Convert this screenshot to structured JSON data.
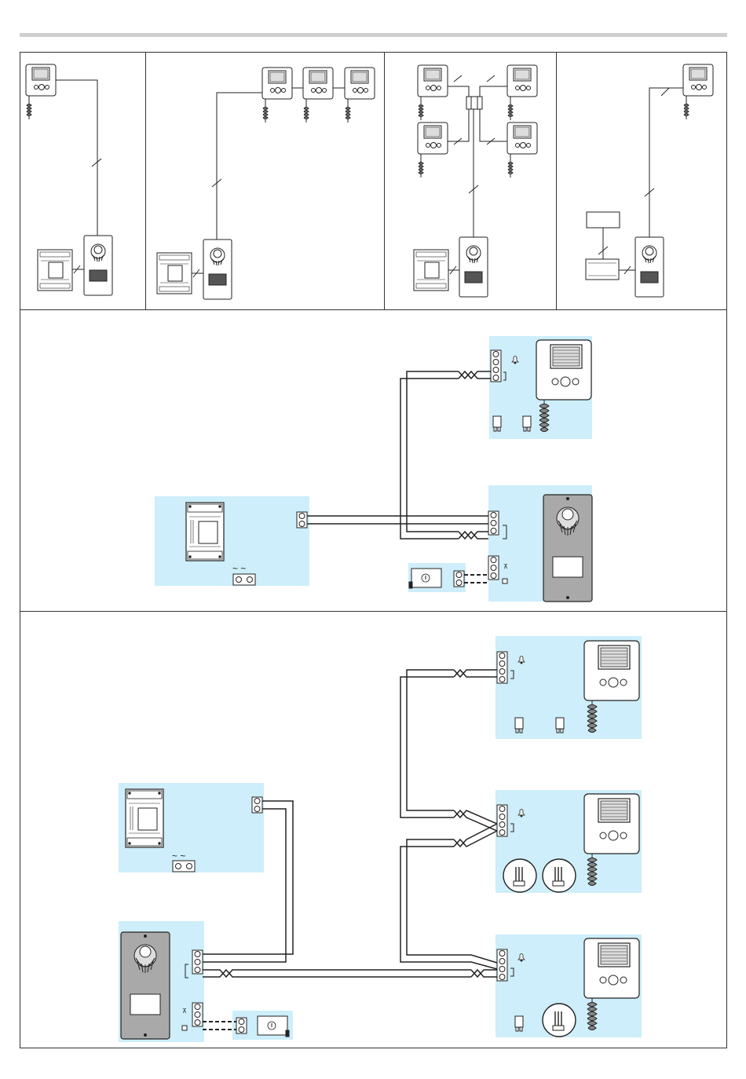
{
  "title": "",
  "colors": {
    "panel_bg": "#cdeefa",
    "line": "#222222",
    "device_fill": "#ffffff",
    "door_panel_fill": "#a9a9a9",
    "top_rule": "#cfcfcf"
  },
  "icons": {
    "monitor": "video-monitor-icon",
    "door_panel": "door-entry-panel-icon",
    "power_supply": "power-supply-icon",
    "lock": "electric-lock-icon",
    "bell": "bell-icon",
    "terminal": "terminal-block-icon",
    "button": "push-button-icon",
    "distributor": "video-distributor-icon"
  },
  "symbols": {
    "ac": "~  ~",
    "lock_symbol": "⚿",
    "bell_symbol": "🔔︎"
  },
  "top_row_sections": [
    {
      "id": "single",
      "monitors": 1
    },
    {
      "id": "chain",
      "monitors": 3
    },
    {
      "id": "star",
      "monitors": 4
    },
    {
      "id": "interface",
      "monitors": 1
    }
  ]
}
